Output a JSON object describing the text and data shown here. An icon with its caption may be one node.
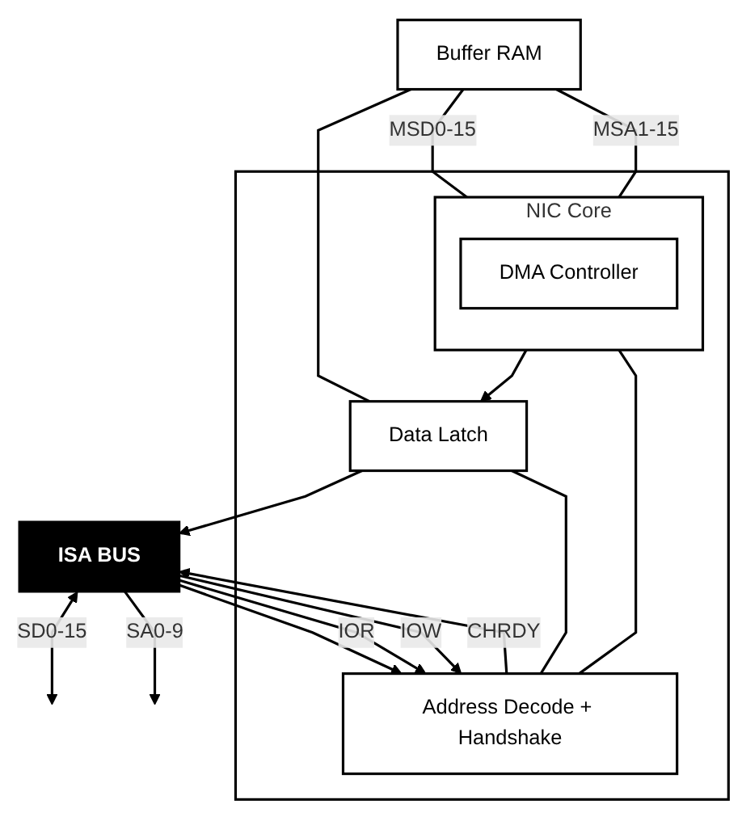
{
  "diagram": {
    "nodes": [
      {
        "text": [
          "ISA BUS"
        ]
      },
      {
        "text": [
          "Buffer RAM"
        ]
      },
      {
        "text": [],
        "shape": "box"
      },
      {
        "text": [
          "Data Latch"
        ],
        "in": 2
      },
      {
        "text": [
          "NIC Core"
        ],
        "in": 2
      },
      {
        "text": [
          "DMA Controller"
        ],
        "in": 4
      },
      {
        "text": [
          "Address Decode + Handshake"
        ],
        "in": 2
      }
    ],
    "edges": [
      {
        "from": 0,
        "to": null,
        "arrow": "both",
        "label": "SD0-15"
      },
      {
        "from": 3,
        "to": 0,
        "arrow": "to"
      },
      {
        "from": 3,
        "to": 6,
        "arrow": "none"
      },
      {
        "from": 4,
        "to": 3,
        "arrow": "to"
      },
      {
        "from": 1,
        "to": 4,
        "arrow": "none",
        "label": "MSD0-15"
      },
      {
        "from": 1,
        "to": 3,
        "arrow": "none"
      },
      {
        "from": 1,
        "to": 4,
        "arrow": "none",
        "label": "MSA1-15"
      },
      {
        "from": 4,
        "to": 6,
        "arrow": "none"
      },
      {
        "from": 0,
        "to": null,
        "arrow": "to",
        "label": "SA0-9"
      },
      {
        "from": 0,
        "to": 6,
        "arrow": "to"
      },
      {
        "from": 0,
        "to": 6,
        "arrow": "to",
        "label": "IOR"
      },
      {
        "from": 0,
        "to": 6,
        "arrow": "to",
        "label": "IOW"
      },
      {
        "from": 6,
        "to": 0,
        "arrow": "to",
        "label": "CHRDY"
      }
    ]
  }
}
